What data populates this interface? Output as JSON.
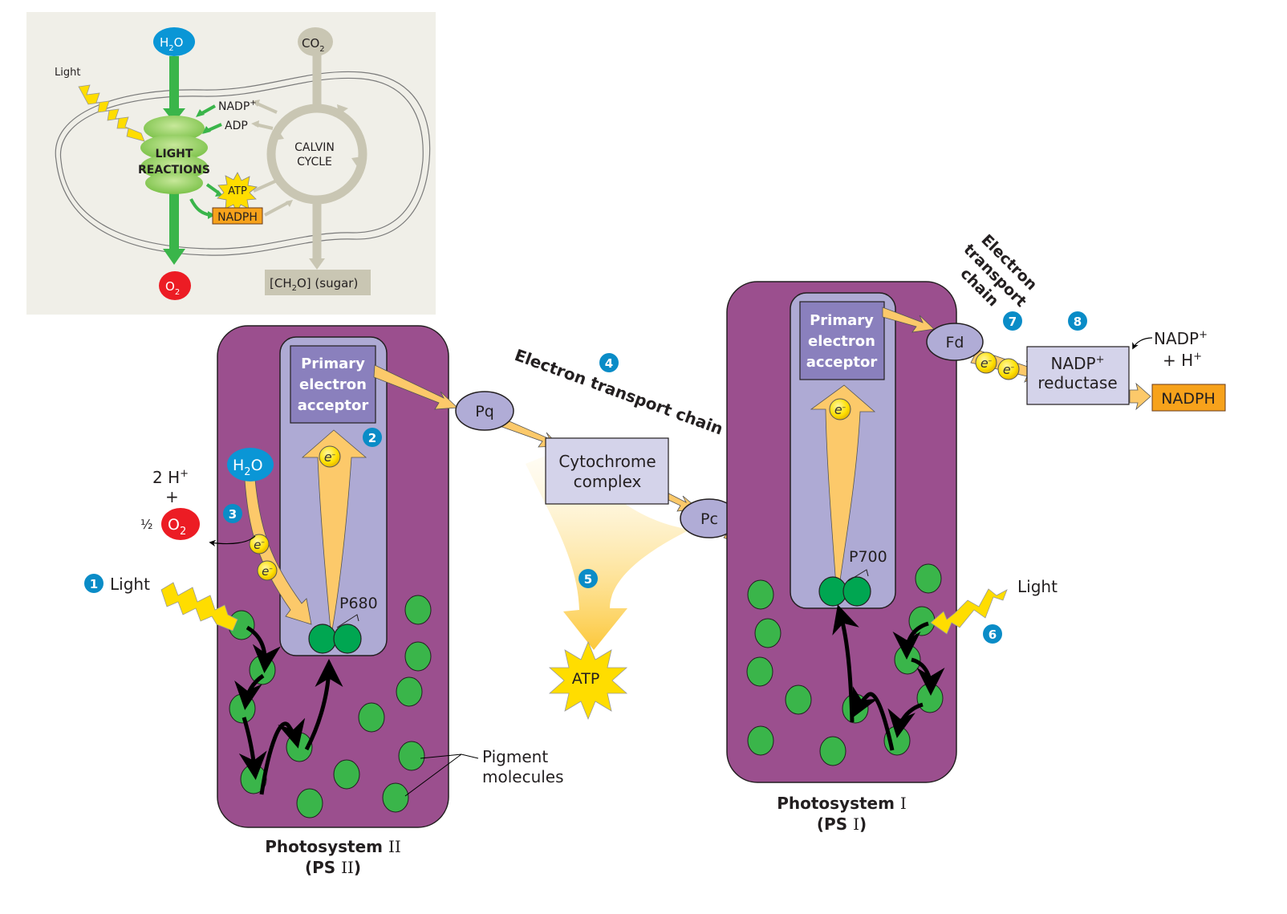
{
  "inset": {
    "h2o": {
      "main": "H",
      "sub": "2",
      "tail": "O"
    },
    "co2": {
      "main": "CO",
      "sub": "2"
    },
    "o2": {
      "main": "O",
      "sub": "2"
    },
    "light": "Light",
    "nadp_plus": {
      "main": "NADP",
      "sup": "+"
    },
    "adp": "ADP",
    "light_reactions": [
      "LIGHT",
      "REACTIONS"
    ],
    "calvin_cycle": [
      "CALVIN",
      "CYCLE"
    ],
    "atp": "ATP",
    "nadph": "NADPH",
    "sugar": {
      "pre": "[CH",
      "sub": "2",
      "post": "O] (sugar)"
    }
  },
  "ps2": {
    "title": "Photosystem",
    "numeral": "II",
    "abbr_pre": "(PS ",
    "abbr_numeral": "II",
    "abbr_post": ")",
    "acceptor": [
      "Primary",
      "electron",
      "acceptor"
    ],
    "reaction_center": "P680",
    "h2o": {
      "main": "H",
      "sub": "2",
      "tail": "O"
    },
    "h_plus": {
      "main": "2 H",
      "sup": "+"
    },
    "plus": "+",
    "half": "½",
    "o2": {
      "main": "O",
      "sub": "2"
    },
    "electron": {
      "main": "e",
      "sup": "–"
    },
    "light": "Light",
    "pigment_label": [
      "Pigment",
      "molecules"
    ]
  },
  "etc1": {
    "label": "Electron transport chain",
    "pq": "Pq",
    "cytochrome": [
      "Cytochrome",
      "complex"
    ],
    "pc": "Pc",
    "atp": "ATP"
  },
  "ps1": {
    "title": "Photosystem",
    "numeral": "I",
    "abbr_pre": "(PS ",
    "abbr_numeral": "I",
    "abbr_post": ")",
    "acceptor": [
      "Primary",
      "electron",
      "acceptor"
    ],
    "reaction_center": "P700",
    "light": "Light",
    "electron": {
      "main": "e",
      "sup": "–"
    }
  },
  "etc2": {
    "label": [
      "Electron",
      "transport",
      "chain"
    ],
    "fd": "Fd",
    "reductase": {
      "main": "NADP",
      "sup": "+",
      "line2": "reductase"
    },
    "nadp_in": {
      "main": "NADP",
      "sup": "+",
      "line2": "+ H",
      "sup2": "+"
    },
    "nadph": "NADPH"
  },
  "steps": [
    "1",
    "2",
    "3",
    "4",
    "5",
    "6",
    "7",
    "8"
  ],
  "colors": {
    "purple": "#9b4f8e",
    "lavender": "#aeaad4",
    "acceptor_box": "#8a80bd",
    "carrier": "#b0acd6",
    "complex": "#d4d3ea",
    "green": "#3ab54a",
    "dark_green": "#00a651",
    "arrow_orange": "#fcc96a",
    "step_blue": "#0a8cc7",
    "o2_red": "#ec1c24",
    "h2o_blue": "#0a96d6",
    "nadph_orange": "#f7a21b",
    "atp_yellow": "#ffdd00",
    "inset_bg": "#f0efe8",
    "calvin_gray": "#c9c6b3"
  }
}
